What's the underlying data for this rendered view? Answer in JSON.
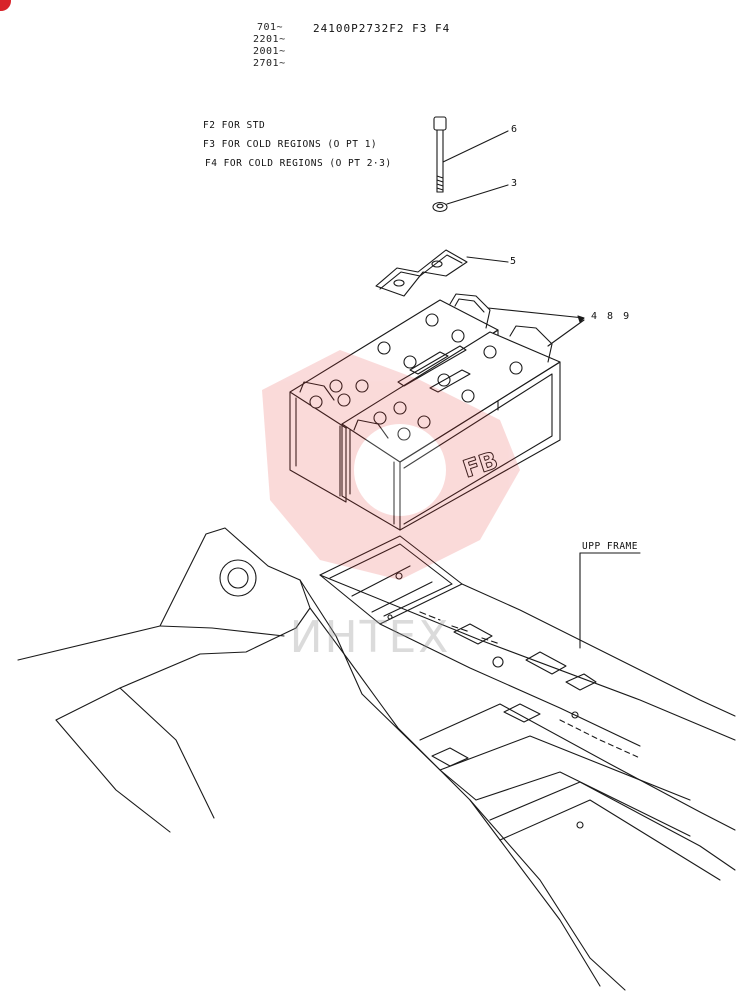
{
  "header": {
    "serial_ranges": [
      "701~",
      "2201~",
      "2001~",
      "2701~"
    ],
    "part_number": "24100P2732F2  F3  F4"
  },
  "legend": [
    "F2  FOR STD",
    "F3  FOR COLD REGIONS (O PT  1)",
    "F4  FOR COLD REGIONS (O PT  2·3)"
  ],
  "callouts": {
    "bolt": "6",
    "washer": "3",
    "hold_down_bracket": "5",
    "batteries": "4  8  9",
    "frame": "UPP FRAME"
  },
  "battery_marking": "FB",
  "watermark": {
    "text": "ИНТЕХ",
    "color": "#e53935"
  },
  "colors": {
    "corner_badge": "#d8232a",
    "line": "#1a1a1a"
  }
}
